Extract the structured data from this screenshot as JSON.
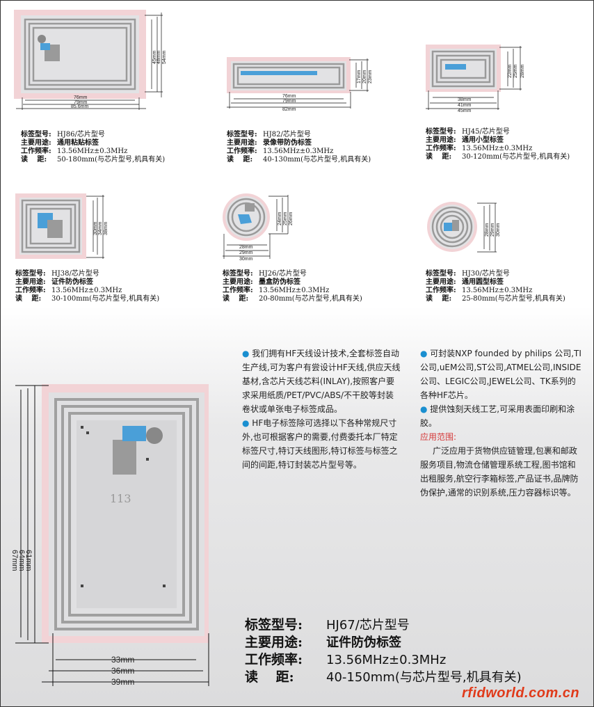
{
  "cards": [
    {
      "model": "HJ86/芯片型号",
      "use": "通用粘贴标签",
      "freq": "13.56MHz±0.3MHz",
      "range": "50-180mm(与芯片型号,机具有关)",
      "dims_w": [
        "76mm",
        "79mm",
        "85.6mm"
      ],
      "dims_h": [
        "45mm",
        "48mm",
        "54mm"
      ]
    },
    {
      "model": "HJ82/芯片型号",
      "use": "录像带防伪标签",
      "freq": "13.56MHz±0.3MHz",
      "range": "40-130mm(与芯片型号,机具有关)",
      "dims_w": [
        "76mm",
        "79mm",
        "82mm"
      ],
      "dims_h": [
        "17mm",
        "20mm",
        "23mm"
      ]
    },
    {
      "model": "HJ45/芯片型号",
      "use": "通用小型标签",
      "freq": "13.56MHz±0.3MHz",
      "range": "30-120mm(与芯片型号,机具有关)",
      "dims_w": [
        "38mm",
        "41mm",
        "45mm"
      ],
      "dims_h": [
        "22mm",
        "25mm",
        "28mm"
      ]
    },
    {
      "model": "HJ38/芯片型号",
      "use": "证件防伪标签",
      "freq": "13.56MHz±0.3MHz",
      "range": "30-100mm(与芯片型号,机具有关)",
      "dims_w": [],
      "dims_h": [
        "30mm",
        "34mm",
        "38mm"
      ]
    },
    {
      "model": "HJ26/芯片型号",
      "use": "墨盒防伪标签",
      "freq": "13.56MHz±0.3MHz",
      "range": "20-80mm(与芯片型号,机具有关)",
      "dims_w": [
        "28mm",
        "29mm",
        "30mm"
      ],
      "dims_h": [
        "24mm",
        "25mm",
        "26mm"
      ]
    },
    {
      "model": "HJ30/芯片型号",
      "use": "通用圆型标签",
      "freq": "13.56MHz±0.3MHz",
      "range": "25-80mm(与芯片型号,机具有关)",
      "dims_w": [],
      "dims_h": [
        "28mm",
        "29mm",
        "30mm"
      ]
    }
  ],
  "labels": {
    "model": "标签型号:",
    "use": "主要用途:",
    "freq": "工作频率:",
    "range": "读　 距:"
  },
  "big": {
    "model_k": "标签型号:",
    "model_v": "HJ67/芯片型号",
    "use_k": "主要用途:",
    "use_v": "证件防伪标签",
    "freq_k": "工作频率:",
    "freq_v": "13.56MHz±0.3MHz",
    "range_k": "读　 距:",
    "range_v": "40-150mm(与芯片型号,机具有关)",
    "dims_w": [
      "33mm",
      "36mm",
      "39mm"
    ],
    "dims_h": [
      "61mm",
      "64mm",
      "67mm"
    ],
    "chip_label": "113"
  },
  "col1": {
    "p1": "我们拥有HF天线设计技术,全套标签自动生产线,可为客户有尝设计HF天线,供应天线基材,含芯片天线芯料(INLAY),按照客户要求采用纸质/PET/PVC/ABS/不干胶等封装卷状或单张电子标签成品。",
    "p2": "HF电子标签除可选择以下各种常规尺寸外,也可根据客户的需要,付费委托本厂特定标签尺寸,特订天线图形,特订标签与标签之间的间距,特订封装芯片型号等。"
  },
  "col2": {
    "p1": "可封装NXP founded by philips 公司,TI公司,uEM公司,ST公司,ATMEL公司,INSIDE公司、LEGIC公司,JEWEL公司、TK系列的各种HF芯片。",
    "p2": "提供蚀刻天线工艺,可采用表面印刷和涂胶。",
    "title": "应用范围:",
    "p3": "广泛应用于货物供应链管理,包裹和邮政服务项目,物流仓储管理系统工程,图书馆和出租服务,航空行李箱标签,产品证书,品牌防伪保护,通常的识别系统,压力容器标识等。"
  },
  "watermark": "rfidworld.com.cn",
  "colors": {
    "pink": "#f2d3d6",
    "antenna": "#9a9a9a",
    "chip_blue": "#4a9fd8",
    "accent": "#1a8fd0"
  }
}
